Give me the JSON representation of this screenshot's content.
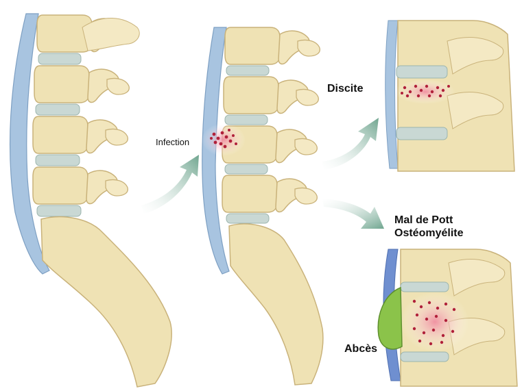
{
  "labels": {
    "infection": "Infection",
    "discite": "Discite",
    "mal_de_pott": "Mal de Pott",
    "osteomyelite": "Ostéomyélite",
    "abces": "Abcès"
  },
  "colors": {
    "bone": "#efe2b4",
    "bone_outline": "#c9b27a",
    "disc": "#c9d8d4",
    "ligament": "#a8c4e0",
    "infection": "#b0203a",
    "infection_glow": "#f6c2cc",
    "abscess": "#8bc34a",
    "arrow": "#7fb3a0"
  }
}
